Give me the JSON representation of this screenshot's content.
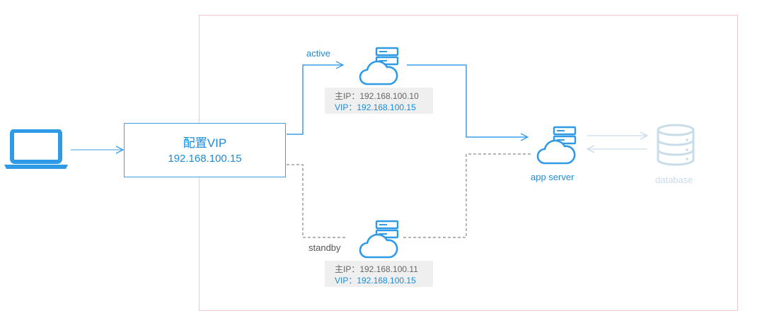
{
  "vip_box": {
    "title": "配置VIP",
    "ip": "192.168.100.15"
  },
  "active_node": {
    "label": "active",
    "main_ip": "主IP：192.168.100.10",
    "vip": "VIP：192.168.100.15"
  },
  "standby_node": {
    "label": "standby",
    "main_ip": "主IP：192.168.100.11",
    "vip": "VIP：192.168.100.15"
  },
  "app_server": {
    "label": "app server"
  },
  "database": {
    "label": "database"
  },
  "colors": {
    "primary": "#3a9fe8",
    "text_blue": "#1e8ad6",
    "dashed": "#9e9e9e",
    "faded": "#c9dcea",
    "region_border": "#f6c7c7",
    "info_bg": "#efefef"
  },
  "icons": [
    "laptop-icon",
    "cloud-server-icon",
    "database-icon"
  ]
}
